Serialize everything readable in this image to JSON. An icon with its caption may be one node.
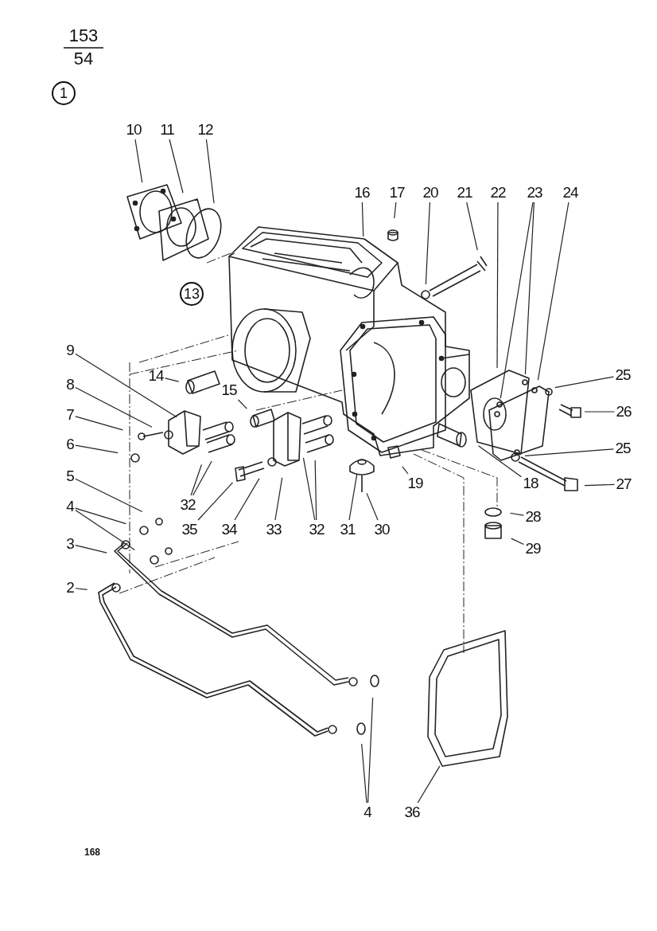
{
  "diagram": {
    "nodes": [
      {
        "text": [
          "1"
        ]
      },
      {
        "text": [
          "13"
        ]
      },
      {
        "text": [
          "10"
        ]
      },
      {
        "text": [
          "11"
        ]
      },
      {
        "text": [
          "12"
        ]
      },
      {
        "text": [
          "16"
        ]
      },
      {
        "text": [
          "17"
        ]
      },
      {
        "text": [
          "20"
        ]
      },
      {
        "text": [
          "21"
        ]
      },
      {
        "text": [
          "22"
        ]
      },
      {
        "text": [
          "23"
        ]
      },
      {
        "text": [
          "24"
        ]
      },
      {
        "text": [
          "25"
        ]
      },
      {
        "text": [
          "26"
        ]
      },
      {
        "text": [
          "25"
        ]
      },
      {
        "text": [
          "27"
        ]
      },
      {
        "text": [
          "28"
        ]
      },
      {
        "text": [
          "29"
        ]
      },
      {
        "text": [
          "18"
        ]
      },
      {
        "text": [
          "19"
        ]
      },
      {
        "text": [
          "30"
        ]
      },
      {
        "text": [
          "31"
        ]
      },
      {
        "text": [
          "32"
        ]
      },
      {
        "text": [
          "33"
        ]
      },
      {
        "text": [
          "34"
        ]
      },
      {
        "text": [
          "35"
        ]
      },
      {
        "text": [
          "32"
        ]
      },
      {
        "text": [
          "9"
        ]
      },
      {
        "text": [
          "8"
        ]
      },
      {
        "text": [
          "7"
        ]
      },
      {
        "text": [
          "6"
        ]
      },
      {
        "text": [
          "5"
        ]
      },
      {
        "text": [
          "4"
        ]
      },
      {
        "text": [
          "3"
        ]
      },
      {
        "text": [
          "2"
        ]
      },
      {
        "text": [
          "4"
        ]
      },
      {
        "text": [
          "36"
        ]
      },
      {
        "text": [
          "14"
        ]
      },
      {
        "text": [
          "15"
        ]
      }
    ],
    "edges": [
      {
        "from": 2,
        "to": null,
        "arrow": "none"
      },
      {
        "from": 3,
        "to": null,
        "arrow": "none"
      },
      {
        "from": 4,
        "to": null,
        "arrow": "none"
      },
      {
        "from": 5,
        "to": null,
        "arrow": "none"
      },
      {
        "from": 6,
        "to": null,
        "arrow": "none"
      },
      {
        "from": 7,
        "to": null,
        "arrow": "none"
      },
      {
        "from": 8,
        "to": null,
        "arrow": "none"
      },
      {
        "from": 9,
        "to": null,
        "arrow": "none"
      },
      {
        "from": 10,
        "to": null,
        "arrow": "none"
      },
      {
        "from": 10,
        "to": null,
        "arrow": "none"
      },
      {
        "from": 11,
        "to": null,
        "arrow": "none"
      },
      {
        "from": 12,
        "to": null,
        "arrow": "none"
      },
      {
        "from": 13,
        "to": null,
        "arrow": "none"
      },
      {
        "from": 14,
        "to": null,
        "arrow": "none"
      },
      {
        "from": 15,
        "to": null,
        "arrow": "none"
      },
      {
        "from": 16,
        "to": null,
        "arrow": "none"
      },
      {
        "from": 17,
        "to": null,
        "arrow": "none"
      },
      {
        "from": 18,
        "to": null,
        "arrow": "none"
      },
      {
        "from": 19,
        "to": null,
        "arrow": "none"
      },
      {
        "from": 20,
        "to": null,
        "arrow": "none"
      },
      {
        "from": 21,
        "to": null,
        "arrow": "none"
      },
      {
        "from": 22,
        "to": null,
        "arrow": "none"
      },
      {
        "from": 22,
        "to": null,
        "arrow": "none"
      },
      {
        "from": 23,
        "to": null,
        "arrow": "none"
      },
      {
        "from": 24,
        "to": null,
        "arrow": "none"
      },
      {
        "from": 25,
        "to": null,
        "arrow": "none"
      },
      {
        "from": 26,
        "to": null,
        "arrow": "none"
      },
      {
        "from": 26,
        "to": null,
        "arrow": "none"
      },
      {
        "from": 27,
        "to": null,
        "arrow": "none"
      },
      {
        "from": 28,
        "to": null,
        "arrow": "none"
      },
      {
        "from": 29,
        "to": null,
        "arrow": "none"
      },
      {
        "from": 30,
        "to": null,
        "arrow": "none"
      },
      {
        "from": 31,
        "to": null,
        "arrow": "none"
      },
      {
        "from": 32,
        "to": null,
        "arrow": "none"
      },
      {
        "from": 32,
        "to": null,
        "arrow": "none"
      },
      {
        "from": 33,
        "to": null,
        "arrow": "none"
      },
      {
        "from": 34,
        "to": null,
        "arrow": "none"
      },
      {
        "from": 35,
        "to": null,
        "arrow": "none"
      },
      {
        "from": 35,
        "to": null,
        "arrow": "none"
      },
      {
        "from": 36,
        "to": null,
        "arrow": "none"
      },
      {
        "from": 37,
        "to": null,
        "arrow": "none"
      },
      {
        "from": 38,
        "to": null,
        "arrow": "none"
      }
    ],
    "labels": [
      "153",
      "54",
      "168"
    ]
  }
}
